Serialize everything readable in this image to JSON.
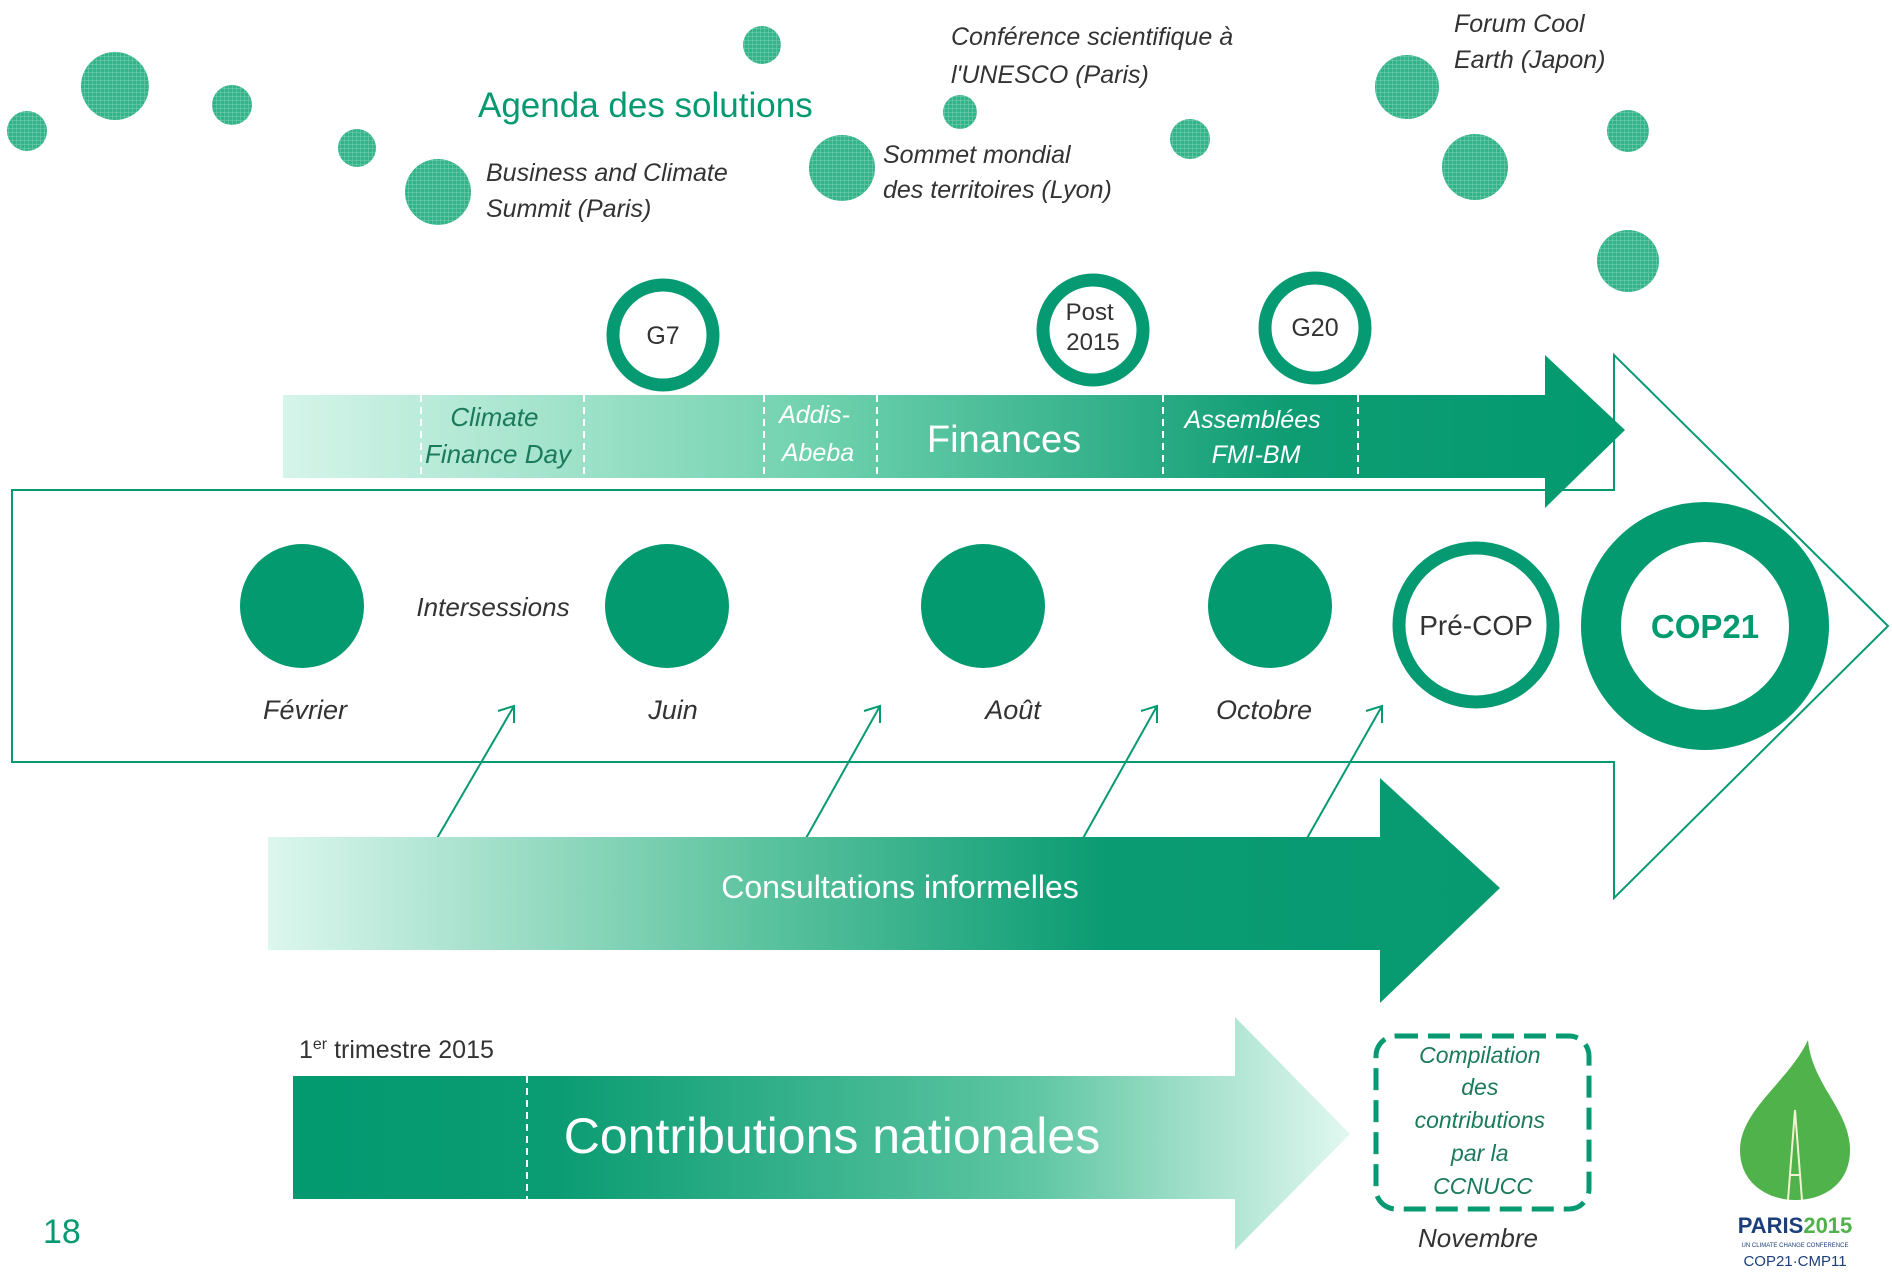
{
  "colors": {
    "accent": "#069a72",
    "accent_dark": "#009970",
    "text": "#333333"
  },
  "agenda": {
    "title": "Agenda des solutions",
    "events": {
      "business_summit": [
        "Business and Climate",
        "Summit (Paris)"
      ],
      "sommet_territoires": [
        "Sommet mondial",
        "des territoires (Lyon)"
      ],
      "conference_unesco": [
        "Conférence scientifique à",
        "l'UNESCO (Paris)"
      ],
      "forum_cool_earth": [
        "Forum Cool",
        "Earth (Japon)"
      ]
    }
  },
  "summits": {
    "g7": "G7",
    "post2015": [
      "Post",
      "2015"
    ],
    "g20": "G20"
  },
  "finances": {
    "title": "Finances",
    "climate_finance_day": [
      "Climate",
      "Finance Day"
    ],
    "addis_abeba": [
      "Addis-",
      "Abeba"
    ],
    "assemblees": [
      "Assemblées",
      "FMI-BM"
    ]
  },
  "negotiations": {
    "intersessions": "Intersessions",
    "months": [
      "Février",
      "Juin",
      "Août",
      "Octobre"
    ],
    "pre_cop": "Pré-COP",
    "cop21": "COP21"
  },
  "consultations": {
    "title": "Consultations informelles"
  },
  "contributions": {
    "period_prefix": "1",
    "period_sup": "er",
    "period_rest": " trimestre 2015",
    "title": "Contributions nationales",
    "compilation": [
      "Compilation",
      "des",
      "contributions",
      "par la",
      "CCNUCC"
    ],
    "month": "Novembre"
  },
  "page_number": "18",
  "logo": {
    "paris": "PARIS",
    "year": "2015",
    "subtitle": "UN CLIMATE CHANGE CONFERENCE",
    "cop": "COP21·CMP11"
  }
}
